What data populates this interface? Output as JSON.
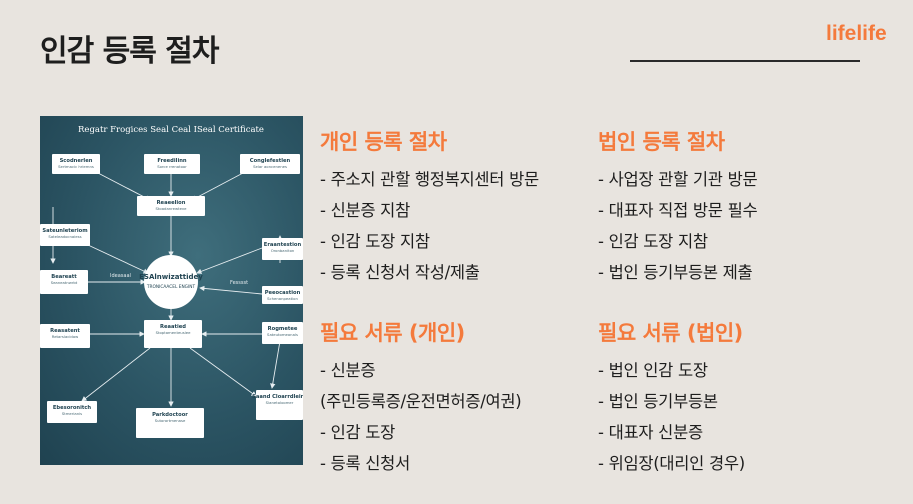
{
  "slide": {
    "title": "인감 등록 절차"
  },
  "brand": {
    "logo": "lifelife",
    "accent": "#f47a3c"
  },
  "diagram": {
    "title": "Regatr Frogices Seal Ceal ISeal Certificate",
    "center": {
      "line1": "ESAlnwizattidey",
      "line2": "TRONICAACEL ENGINT"
    },
    "boxes": [
      {
        "title": "Scodnerlen",
        "sub": "Sertmacic hriemns"
      },
      {
        "title": "Freedilinn",
        "sub": "Sorce rrenatoor"
      },
      {
        "title": "Conglefestlen",
        "sub": "Selar aoncenenes"
      },
      {
        "title": "Reaeelion",
        "sub": "Stoadanrewteve"
      },
      {
        "title": "Sateunleteriom",
        "sub": "Sateleadocnaiess"
      },
      {
        "title": "Eraantestion",
        "sub": "Oronbaniton"
      },
      {
        "title": "Beareatt",
        "sub": "Seaneatnwrbt"
      },
      {
        "title": "Peeocastion",
        "sub": "Schenanpeation"
      },
      {
        "title": "Reasatent",
        "sub": "Retarslacidow"
      },
      {
        "title": "Reaatied",
        "sub": "Stoptamenteuslee"
      },
      {
        "title": "Rogmetee",
        "sub": "Sateutomeonals"
      },
      {
        "title": "Ebesoronitch",
        "sub": "Stmerianis"
      },
      {
        "title": "Parkdoctoor",
        "sub": "Sutorortmenase"
      },
      {
        "title": "Saand Cloarrdleint",
        "sub": "Slanetoloomer"
      }
    ],
    "edge_labels": [
      "Ideasaal",
      "Fesssst"
    ]
  },
  "sections": {
    "personal_process": {
      "title": "개인 등록 절차",
      "items": [
        "- 주소지 관할 행정복지센터 방문",
        "- 신분증 지참",
        "- 인감 도장 지참",
        "- 등록 신청서 작성/제출"
      ]
    },
    "corporate_process": {
      "title": "법인 등록 절차",
      "items": [
        "- 사업장 관할 기관 방문",
        "- 대표자 직접 방문 필수",
        "- 인감 도장 지참",
        "- 법인 등기부등본 제출"
      ]
    },
    "personal_docs": {
      "title": "필요 서류 (개인)",
      "items": [
        "- 신분증",
        "(주민등록증/운전면허증/여권)",
        "- 인감 도장",
        "- 등록 신청서"
      ]
    },
    "corporate_docs": {
      "title": "필요 서류 (법인)",
      "items": [
        "- 법인 인감 도장",
        "- 법인 등기부등본",
        "- 대표자 신분증",
        "- 위임장(대리인 경우)"
      ]
    }
  }
}
